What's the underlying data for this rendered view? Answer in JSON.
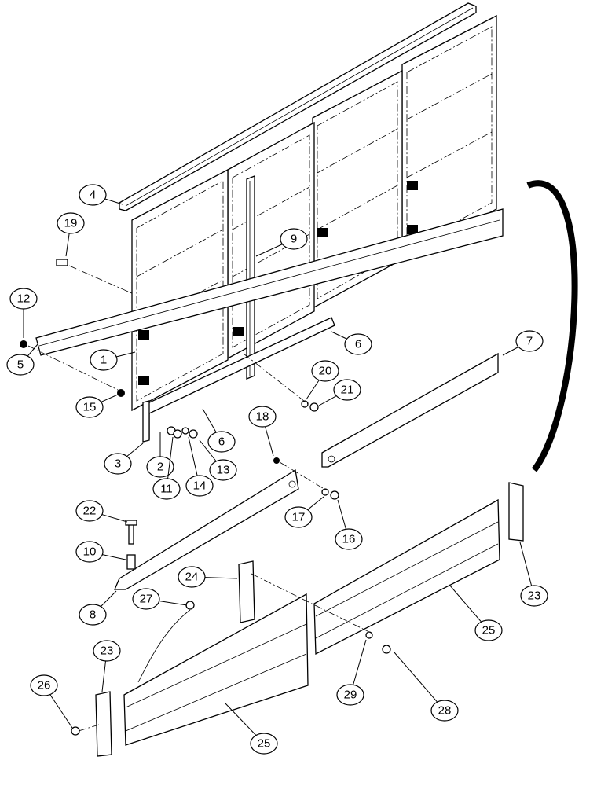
{
  "diagram": {
    "callouts": [
      {
        "id": "c4",
        "label": "4"
      },
      {
        "id": "c19",
        "label": "19"
      },
      {
        "id": "c12",
        "label": "12"
      },
      {
        "id": "c5",
        "label": "5"
      },
      {
        "id": "c1",
        "label": "1"
      },
      {
        "id": "c9",
        "label": "9"
      },
      {
        "id": "c6a",
        "label": "6"
      },
      {
        "id": "c7",
        "label": "7"
      },
      {
        "id": "c20",
        "label": "20"
      },
      {
        "id": "c21",
        "label": "21"
      },
      {
        "id": "c15",
        "label": "15"
      },
      {
        "id": "c6b",
        "label": "6"
      },
      {
        "id": "c3",
        "label": "3"
      },
      {
        "id": "c2",
        "label": "2"
      },
      {
        "id": "c11",
        "label": "11"
      },
      {
        "id": "c14",
        "label": "14"
      },
      {
        "id": "c13",
        "label": "13"
      },
      {
        "id": "c18",
        "label": "18"
      },
      {
        "id": "c17",
        "label": "17"
      },
      {
        "id": "c16",
        "label": "16"
      },
      {
        "id": "c22",
        "label": "22"
      },
      {
        "id": "c10",
        "label": "10"
      },
      {
        "id": "c8",
        "label": "8"
      },
      {
        "id": "c24",
        "label": "24"
      },
      {
        "id": "c27",
        "label": "27"
      },
      {
        "id": "c23a",
        "label": "23"
      },
      {
        "id": "c23b",
        "label": "23"
      },
      {
        "id": "c25a",
        "label": "25"
      },
      {
        "id": "c25b",
        "label": "25"
      },
      {
        "id": "c26",
        "label": "26"
      },
      {
        "id": "c29",
        "label": "29"
      },
      {
        "id": "c28",
        "label": "28"
      }
    ]
  }
}
